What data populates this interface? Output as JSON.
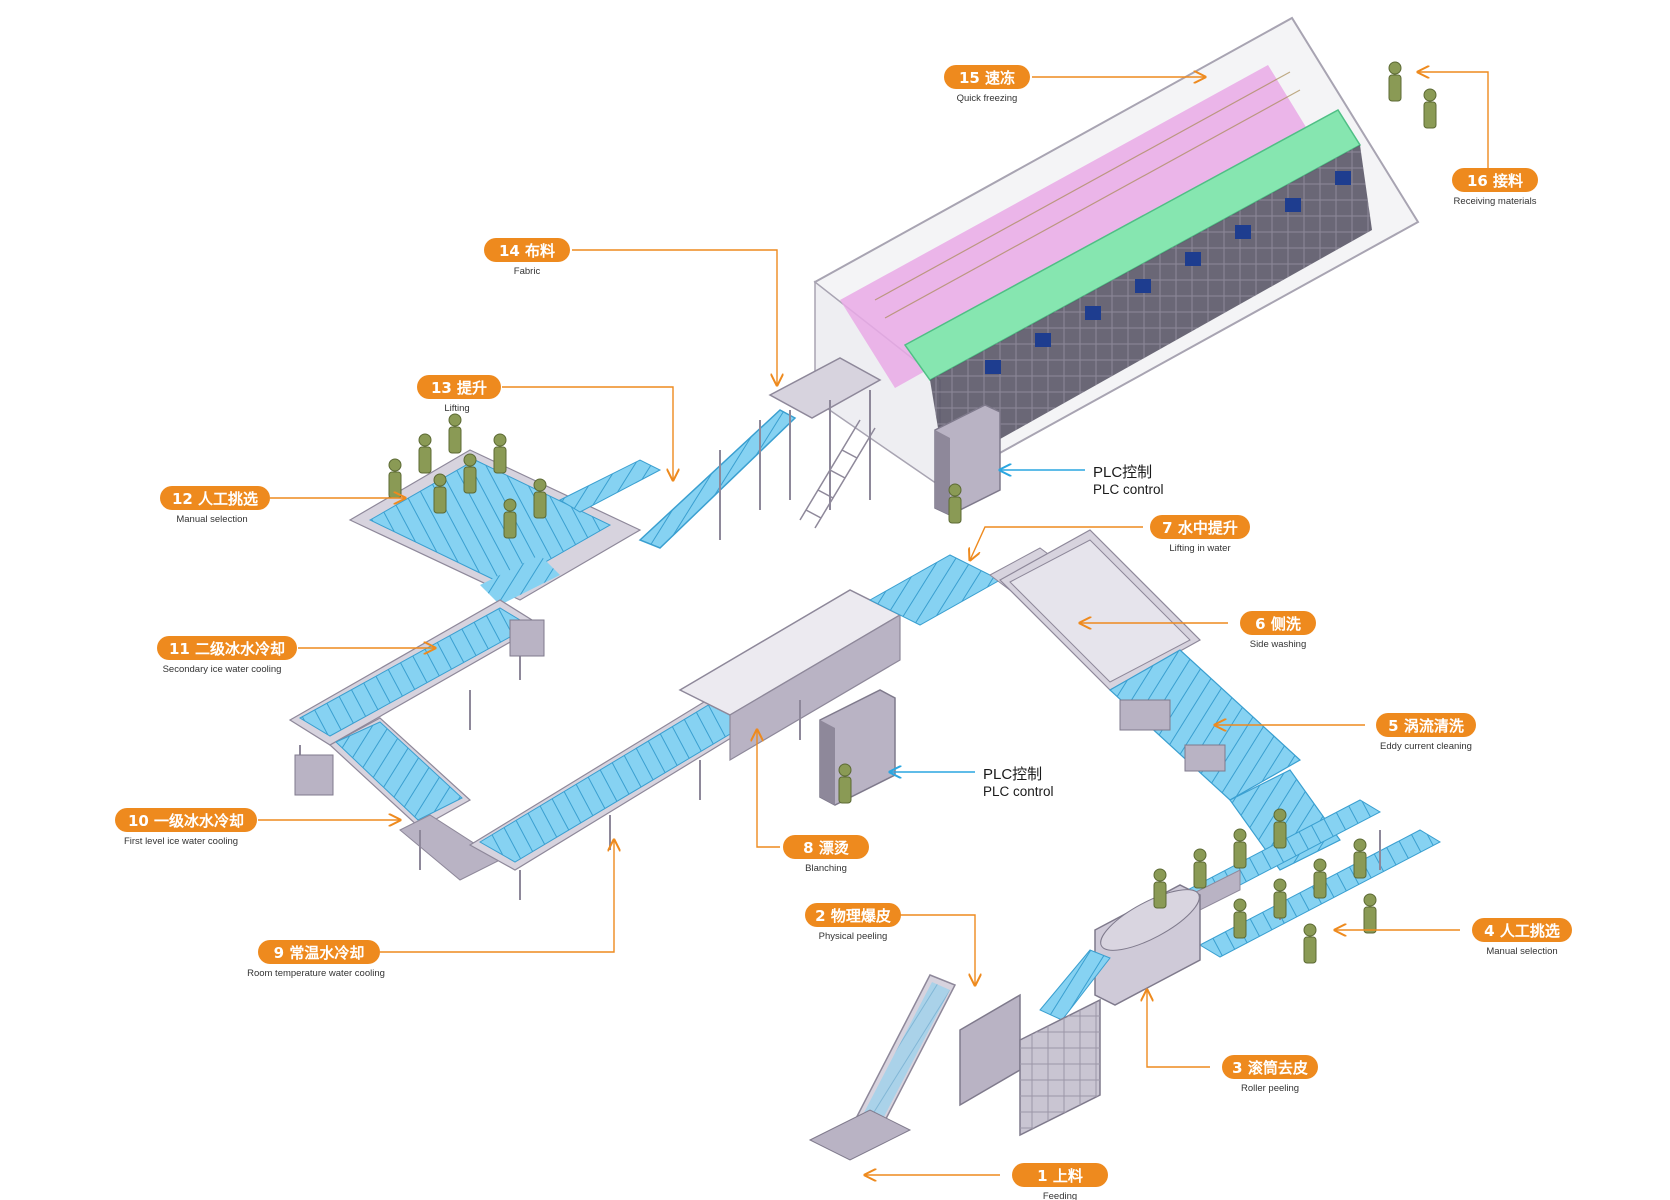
{
  "colors": {
    "badge": "#ee8a1e",
    "leader": "#ee8a1e",
    "plc_leader": "#2aa6e0",
    "conveyor": "#7ccdf0",
    "conveyor_dark": "#3a9fd0",
    "frame": "#b9b3c4",
    "frame_dark": "#8e889a",
    "freezer_pink": "#e9a9e6",
    "freezer_green": "#86e6b0",
    "worker": "#8a9a55"
  },
  "stations": [
    {
      "num": "1",
      "cn": "上料",
      "en": "Feeding"
    },
    {
      "num": "2",
      "cn": "物理爆皮",
      "en": "Physical peeling"
    },
    {
      "num": "3",
      "cn": "滚筒去皮",
      "en": "Roller peeling"
    },
    {
      "num": "4",
      "cn": "人工挑选",
      "en": "Manual selection"
    },
    {
      "num": "5",
      "cn": "涡流清洗",
      "en": "Eddy current cleaning"
    },
    {
      "num": "6",
      "cn": "侧洗",
      "en": "Side washing"
    },
    {
      "num": "7",
      "cn": "水中提升",
      "en": "Lifting in water"
    },
    {
      "num": "8",
      "cn": "漂烫",
      "en": "Blanching"
    },
    {
      "num": "9",
      "cn": "常温水冷却",
      "en": "Room temperature water cooling"
    },
    {
      "num": "10",
      "cn": "一级冰水冷却",
      "en": "First level ice water cooling"
    },
    {
      "num": "11",
      "cn": "二级冰水冷却",
      "en": "Secondary ice water cooling"
    },
    {
      "num": "12",
      "cn": "人工挑选",
      "en": "Manual selection"
    },
    {
      "num": "13",
      "cn": "提升",
      "en": "Lifting"
    },
    {
      "num": "14",
      "cn": "布料",
      "en": "Fabric"
    },
    {
      "num": "15",
      "cn": "速冻",
      "en": "Quick freezing"
    },
    {
      "num": "16",
      "cn": "接料",
      "en": "Receiving materials"
    }
  ],
  "plc": [
    {
      "cn": "PLC控制",
      "en": "PLC control"
    },
    {
      "cn": "PLC控制",
      "en": "PLC control"
    }
  ]
}
